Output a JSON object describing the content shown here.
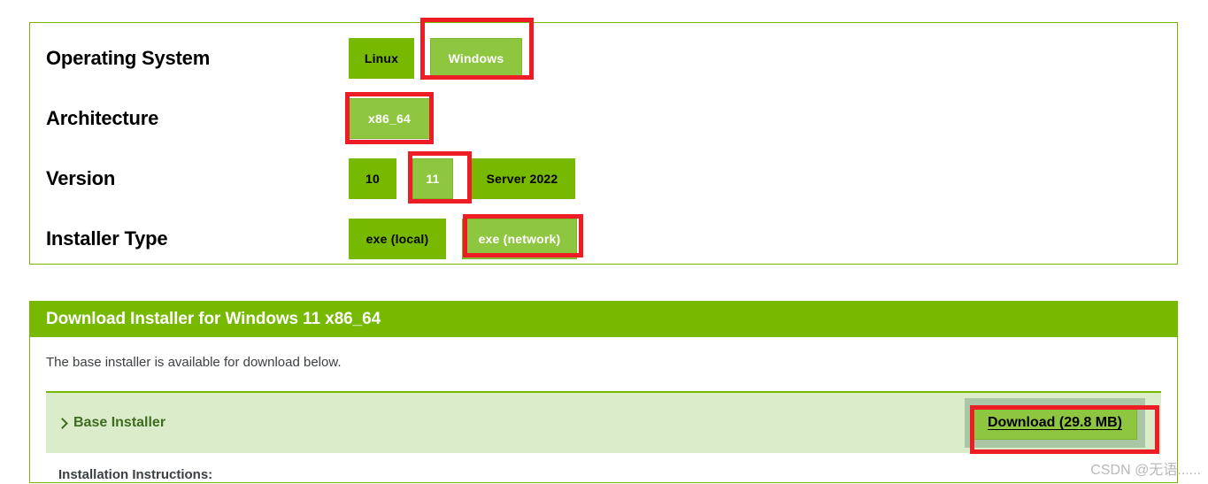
{
  "selector": {
    "rows": [
      {
        "label": "Operating System",
        "options": [
          {
            "label": "Linux",
            "selected": false
          },
          {
            "label": "Windows",
            "selected": true
          }
        ]
      },
      {
        "label": "Architecture",
        "options": [
          {
            "label": "x86_64",
            "selected": true
          }
        ]
      },
      {
        "label": "Version",
        "options": [
          {
            "label": "10",
            "selected": false
          },
          {
            "label": "11",
            "selected": true
          },
          {
            "label": "Server 2022",
            "selected": false
          }
        ]
      },
      {
        "label": "Installer Type",
        "options": [
          {
            "label": "exe (local)",
            "selected": false
          },
          {
            "label": "exe (network)",
            "selected": true
          }
        ]
      }
    ]
  },
  "download": {
    "header": "Download Installer for Windows 11 x86_64",
    "note": "The base installer is available for download below.",
    "base_installer_label": "Base Installer",
    "download_button_label": "Download (29.8 MB)",
    "install_instructions_label": "Installation Instructions:"
  },
  "watermark": {
    "text": "CSDN @无语......"
  },
  "colors": {
    "nvidia_green": "#76b900",
    "selected_green": "#8ec63f",
    "row_light_green": "#dbeccb",
    "annotation_red": "#ee1c25"
  }
}
